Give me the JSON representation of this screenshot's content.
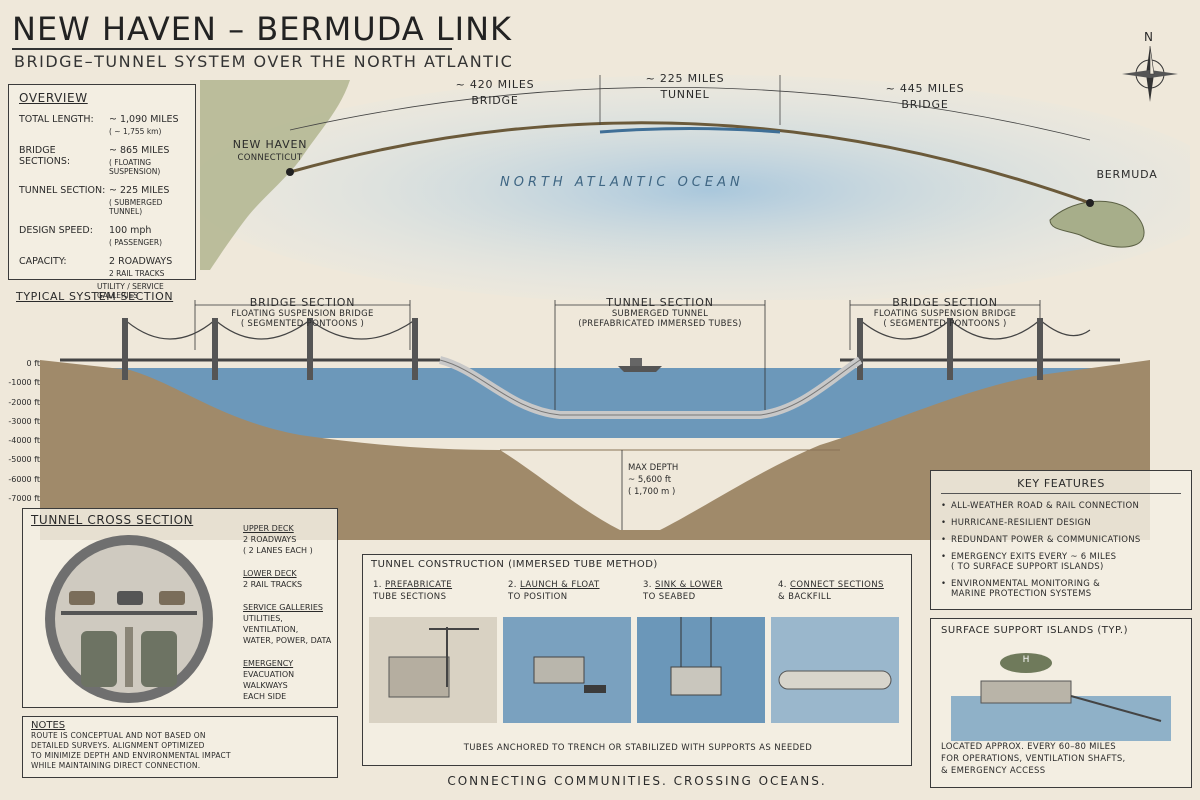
{
  "title": "NEW HAVEN – BERMUDA LINK",
  "subtitle": "BRIDGE–TUNNEL SYSTEM OVER THE NORTH ATLANTIC",
  "compass": "N",
  "map": {
    "span_left": {
      "distance": "~ 420 MILES",
      "type": "BRIDGE"
    },
    "span_mid": {
      "distance": "~ 225 MILES",
      "type": "TUNNEL"
    },
    "span_right": {
      "distance": "~ 445 MILES",
      "type": "BRIDGE"
    },
    "origin": {
      "name": "NEW HAVEN",
      "sub": "CONNECTICUT"
    },
    "destination": {
      "name": "BERMUDA"
    },
    "ocean": "NORTH ATLANTIC OCEAN"
  },
  "overview": {
    "heading": "OVERVIEW",
    "rows": [
      {
        "k": "TOTAL LENGTH:",
        "v": "~ 1,090 MILES",
        "sub": "( ~ 1,755 km)"
      },
      {
        "k": "BRIDGE SECTIONS:",
        "v": "~ 865 MILES",
        "sub": "( FLOATING SUSPENSION)"
      },
      {
        "k": "TUNNEL SECTION:",
        "v": "~ 225 MILES",
        "sub": "( SUBMERGED TUNNEL)"
      },
      {
        "k": "DESIGN SPEED:",
        "v": "100 mph",
        "sub": "( PASSENGER)"
      },
      {
        "k": "CAPACITY:",
        "v": "2 ROADWAYS",
        "sub": "2 RAIL TRACKS"
      }
    ],
    "extra": "UTILITY / SERVICE GALLERIES"
  },
  "section": {
    "heading": "TYPICAL SYSTEM SECTION",
    "bridge_left": {
      "title": "BRIDGE SECTION",
      "l1": "FLOATING SUSPENSION BRIDGE",
      "l2": "( SEGMENTED PONTOONS )"
    },
    "tunnel": {
      "title": "TUNNEL SECTION",
      "l1": "SUBMERGED TUNNEL",
      "l2": "(PREFABRICATED IMMERSED TUBES)"
    },
    "bridge_right": {
      "title": "BRIDGE SECTION",
      "l1": "FLOATING SUSPENSION BRIDGE",
      "l2": "( SEGMENTED PONTOONS )"
    },
    "depth_ticks": [
      "0 ft",
      "-1000 ft",
      "-2000 ft",
      "-3000 ft",
      "-4000 ft",
      "-5000 ft",
      "-6000 ft",
      "-7000 ft"
    ],
    "max_depth": {
      "label": "MAX DEPTH",
      "ft": "~ 5,600 ft",
      "m": "( 1,700 m )"
    }
  },
  "cross_section": {
    "heading": "TUNNEL CROSS SECTION",
    "items": [
      {
        "title": "UPPER DECK",
        "l1": "2 ROADWAYS",
        "l2": "( 2 LANES EACH )"
      },
      {
        "title": "LOWER DECK",
        "l1": "2 RAIL TRACKS",
        "l2": ""
      },
      {
        "title": "SERVICE GALLERIES",
        "l1": "UTILITIES, VENTILATION,",
        "l2": "WATER, POWER, DATA"
      },
      {
        "title": "EMERGENCY",
        "l1": "EVACUATION WALKWAYS",
        "l2": "EACH SIDE"
      }
    ]
  },
  "construction": {
    "heading": "TUNNEL CONSTRUCTION (IMMERSED TUBE METHOD)",
    "steps": [
      {
        "n": "1.",
        "t1": "PREFABRICATE",
        "t2": "TUBE SECTIONS"
      },
      {
        "n": "2.",
        "t1": "LAUNCH & FLOAT",
        "t2": "TO POSITION"
      },
      {
        "n": "3.",
        "t1": "SINK & LOWER",
        "t2": "TO SEABED"
      },
      {
        "n": "4.",
        "t1": "CONNECT SECTIONS",
        "t2": "& BACKFILL"
      }
    ],
    "footer": "TUBES ANCHORED TO TRENCH OR STABILIZED WITH SUPPORTS AS NEEDED"
  },
  "features": {
    "heading": "KEY FEATURES",
    "items": [
      "ALL-WEATHER ROAD & RAIL CONNECTION",
      "HURRICANE-RESILIENT DESIGN",
      "REDUNDANT POWER & COMMUNICATIONS",
      "EMERGENCY EXITS EVERY ~ 6 MILES",
      "ENVIRONMENTAL MONITORING &"
    ],
    "item4_sub": "( TO SURFACE SUPPORT ISLANDS)",
    "item5_sub": "MARINE PROTECTION SYSTEMS"
  },
  "islands": {
    "heading": "SURFACE SUPPORT ISLANDS (TYP.)",
    "l1": "LOCATED APPROX. EVERY 60–80 MILES",
    "l2": "FOR OPERATIONS, VENTILATION SHAFTS,",
    "l3": "& EMERGENCY ACCESS",
    "helipad": "H"
  },
  "notes": {
    "heading": "NOTES",
    "l1": "ROUTE IS CONCEPTUAL AND NOT BASED ON",
    "l2": "DETAILED SURVEYS. ALIGNMENT OPTIMIZED",
    "l3": "TO MINIMIZE DEPTH AND ENVIRONMENTAL IMPACT",
    "l4": "WHILE MAINTAINING DIRECT CONNECTION."
  },
  "tagline": "CONNECTING COMMUNITIES. CROSSING OCEANS.",
  "colors": {
    "paper": "#efe8da",
    "ink": "#2b2b2b",
    "water": "#5f8fb3",
    "land": "#a7ae8a",
    "seabed": "#a08a6a"
  }
}
